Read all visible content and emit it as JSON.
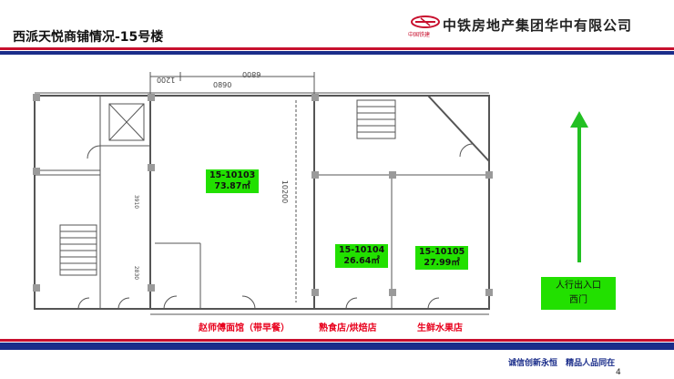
{
  "header": {
    "title": "西派天悦商铺情况-15号楼",
    "company_name": "中铁房地产集团华中有限公司",
    "logo_caption": "中国铁建"
  },
  "dimensions": {
    "top_left": "1200",
    "top_right": "6800",
    "inner_top": "0890",
    "vertical_right": "10200",
    "vertical_left_1": "3910",
    "vertical_left_2": "2830"
  },
  "shops": [
    {
      "id": "15-10103",
      "area": "73.87㎡",
      "name": "赵师傅面馆（带早餐）"
    },
    {
      "id": "15-10104",
      "area": "26.64㎡",
      "name": "熟食店/烘焙店"
    },
    {
      "id": "15-10105",
      "area": "27.99㎡",
      "name": "生鲜水果店"
    }
  ],
  "exit": {
    "line1": "人行出入口",
    "line2": "西门"
  },
  "footer": {
    "slogan": "诚信创新永恒 精品人品同在",
    "page_number": "4"
  },
  "colors": {
    "brand_red": "#c8102e",
    "brand_blue": "#1a2d8a",
    "highlight_green": "#22e000",
    "arrow_green": "#22c022"
  }
}
